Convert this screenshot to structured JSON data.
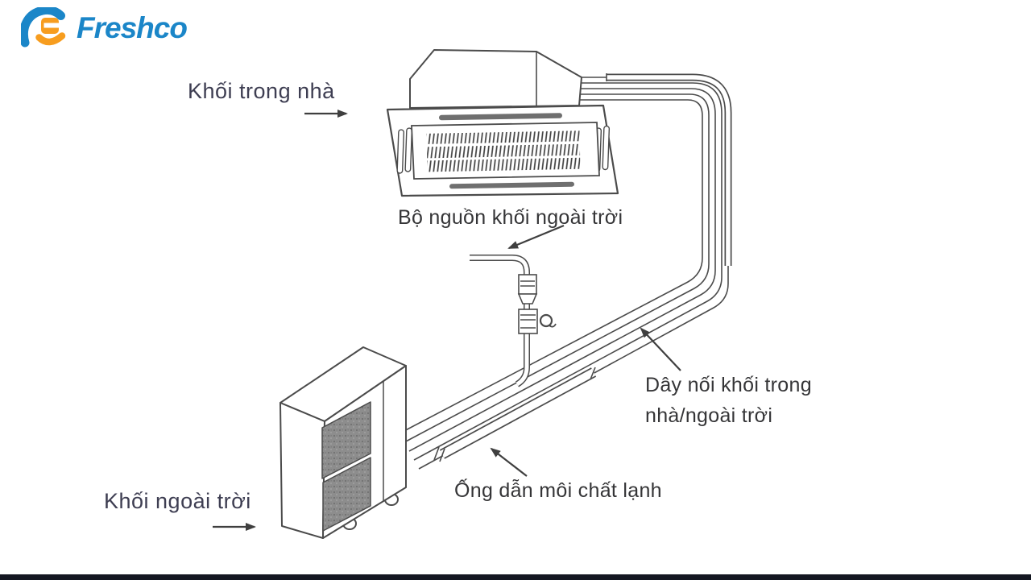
{
  "brand": {
    "name": "Freshco",
    "blue": "#1b86c8",
    "orange": "#f79d1f"
  },
  "labels": {
    "indoor_unit": "Khối trong nhà",
    "power_supply": "Bộ nguồn khối ngoài trời",
    "connecting_wire_line1": "Dây nối khối trong",
    "connecting_wire_line2": "nhà/ngoài trời",
    "refrigerant_pipe": "Ống dẫn môi chất lạnh",
    "outdoor_unit": "Khối ngoài trời"
  },
  "diagram": {
    "line_color": "#4b4b4b",
    "label_navy_color": "#3e3e52",
    "label_gray_color": "#353537",
    "grille_fill": "#8d8d8d",
    "footer_bar_color": "#141722"
  }
}
